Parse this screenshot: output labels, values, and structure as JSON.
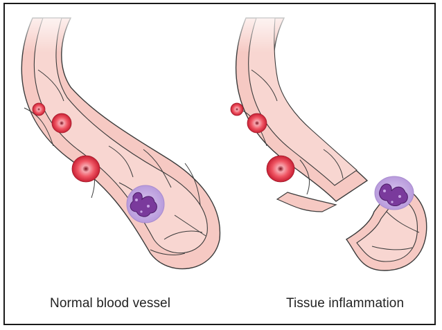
{
  "figure": {
    "colors": {
      "wall": "#f6c9c3",
      "wall_outline": "#3a3a3a",
      "lumen": "#f8d6d1",
      "rbc_outer": "#e43a4a",
      "rbc_inner": "#f48b93",
      "leukocyte_halo": "#c9b4e3",
      "leukocyte_nucleus": "#7a3a9c"
    },
    "panels": [
      {
        "name": "normal",
        "caption": "Normal blood vessel",
        "icon": "blood-vessel-intact"
      },
      {
        "name": "inflamed",
        "caption": "Tissue inflammation",
        "icon": "blood-vessel-leaky"
      }
    ]
  }
}
